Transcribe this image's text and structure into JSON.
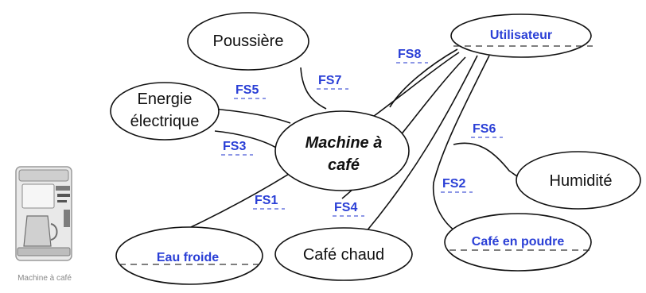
{
  "diagram": {
    "center": {
      "line1": "Machine à",
      "line2": "café"
    },
    "nodes": {
      "poussiere": "Poussière",
      "utilisateur": "Utilisateur",
      "energie_line1": "Energie",
      "energie_line2": "électrique",
      "humidite": "Humidité",
      "cafe_poudre": "Café en poudre",
      "cafe_chaud": "Café chaud",
      "eau_froide": "Eau froide"
    },
    "functions": {
      "fs1": "FS1",
      "fs2": "FS2",
      "fs3": "FS3",
      "fs4": "FS4",
      "fs5": "FS5",
      "fs6": "FS6",
      "fs7": "FS7",
      "fs8": "FS8"
    }
  },
  "image_caption": "Machine à café",
  "colors": {
    "label_blue": "#2a3fd6",
    "stroke": "#111111"
  }
}
